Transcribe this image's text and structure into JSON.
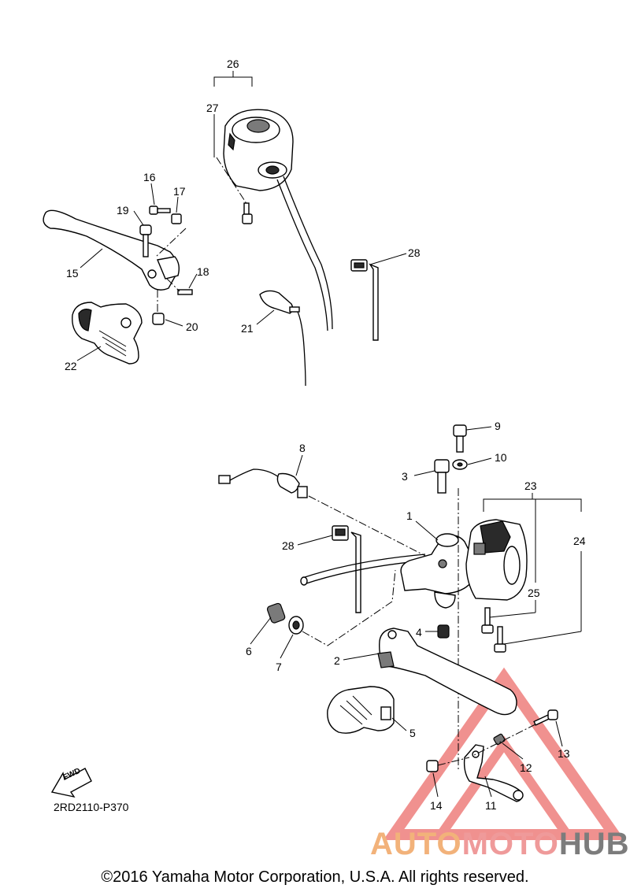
{
  "diagram": {
    "code": "2RD2110-P370",
    "copyright": "©2016 Yamaha Motor Corporation, U.S.A. All rights reserved.",
    "fwd_label": "FWD",
    "callouts": [
      "1",
      "2",
      "3",
      "4",
      "5",
      "6",
      "7",
      "8",
      "9",
      "10",
      "11",
      "12",
      "13",
      "14",
      "15",
      "16",
      "17",
      "18",
      "19",
      "20",
      "21",
      "22",
      "23",
      "24",
      "25",
      "26",
      "27",
      "28",
      "28"
    ]
  },
  "watermark": {
    "part1": "AUTO",
    "part2": "MOTO",
    "part3": "HUB",
    "colors": {
      "auto": "#f2b27a",
      "moto": "#ef9a9a",
      "hub": "#7c7c7c",
      "triangle": "#e53935"
    }
  }
}
